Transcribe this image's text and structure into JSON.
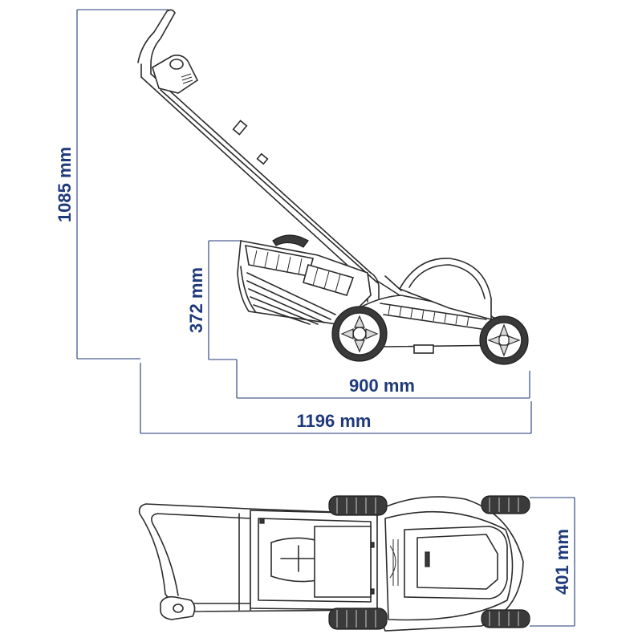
{
  "colors": {
    "dimension": "#1f3a7a",
    "drawing": "#2b2b2b"
  },
  "dimensions": {
    "total_height": "1085 mm",
    "deck_height": "372 mm",
    "deck_length": "900 mm",
    "total_length": "1196 mm",
    "width": "401 mm"
  }
}
